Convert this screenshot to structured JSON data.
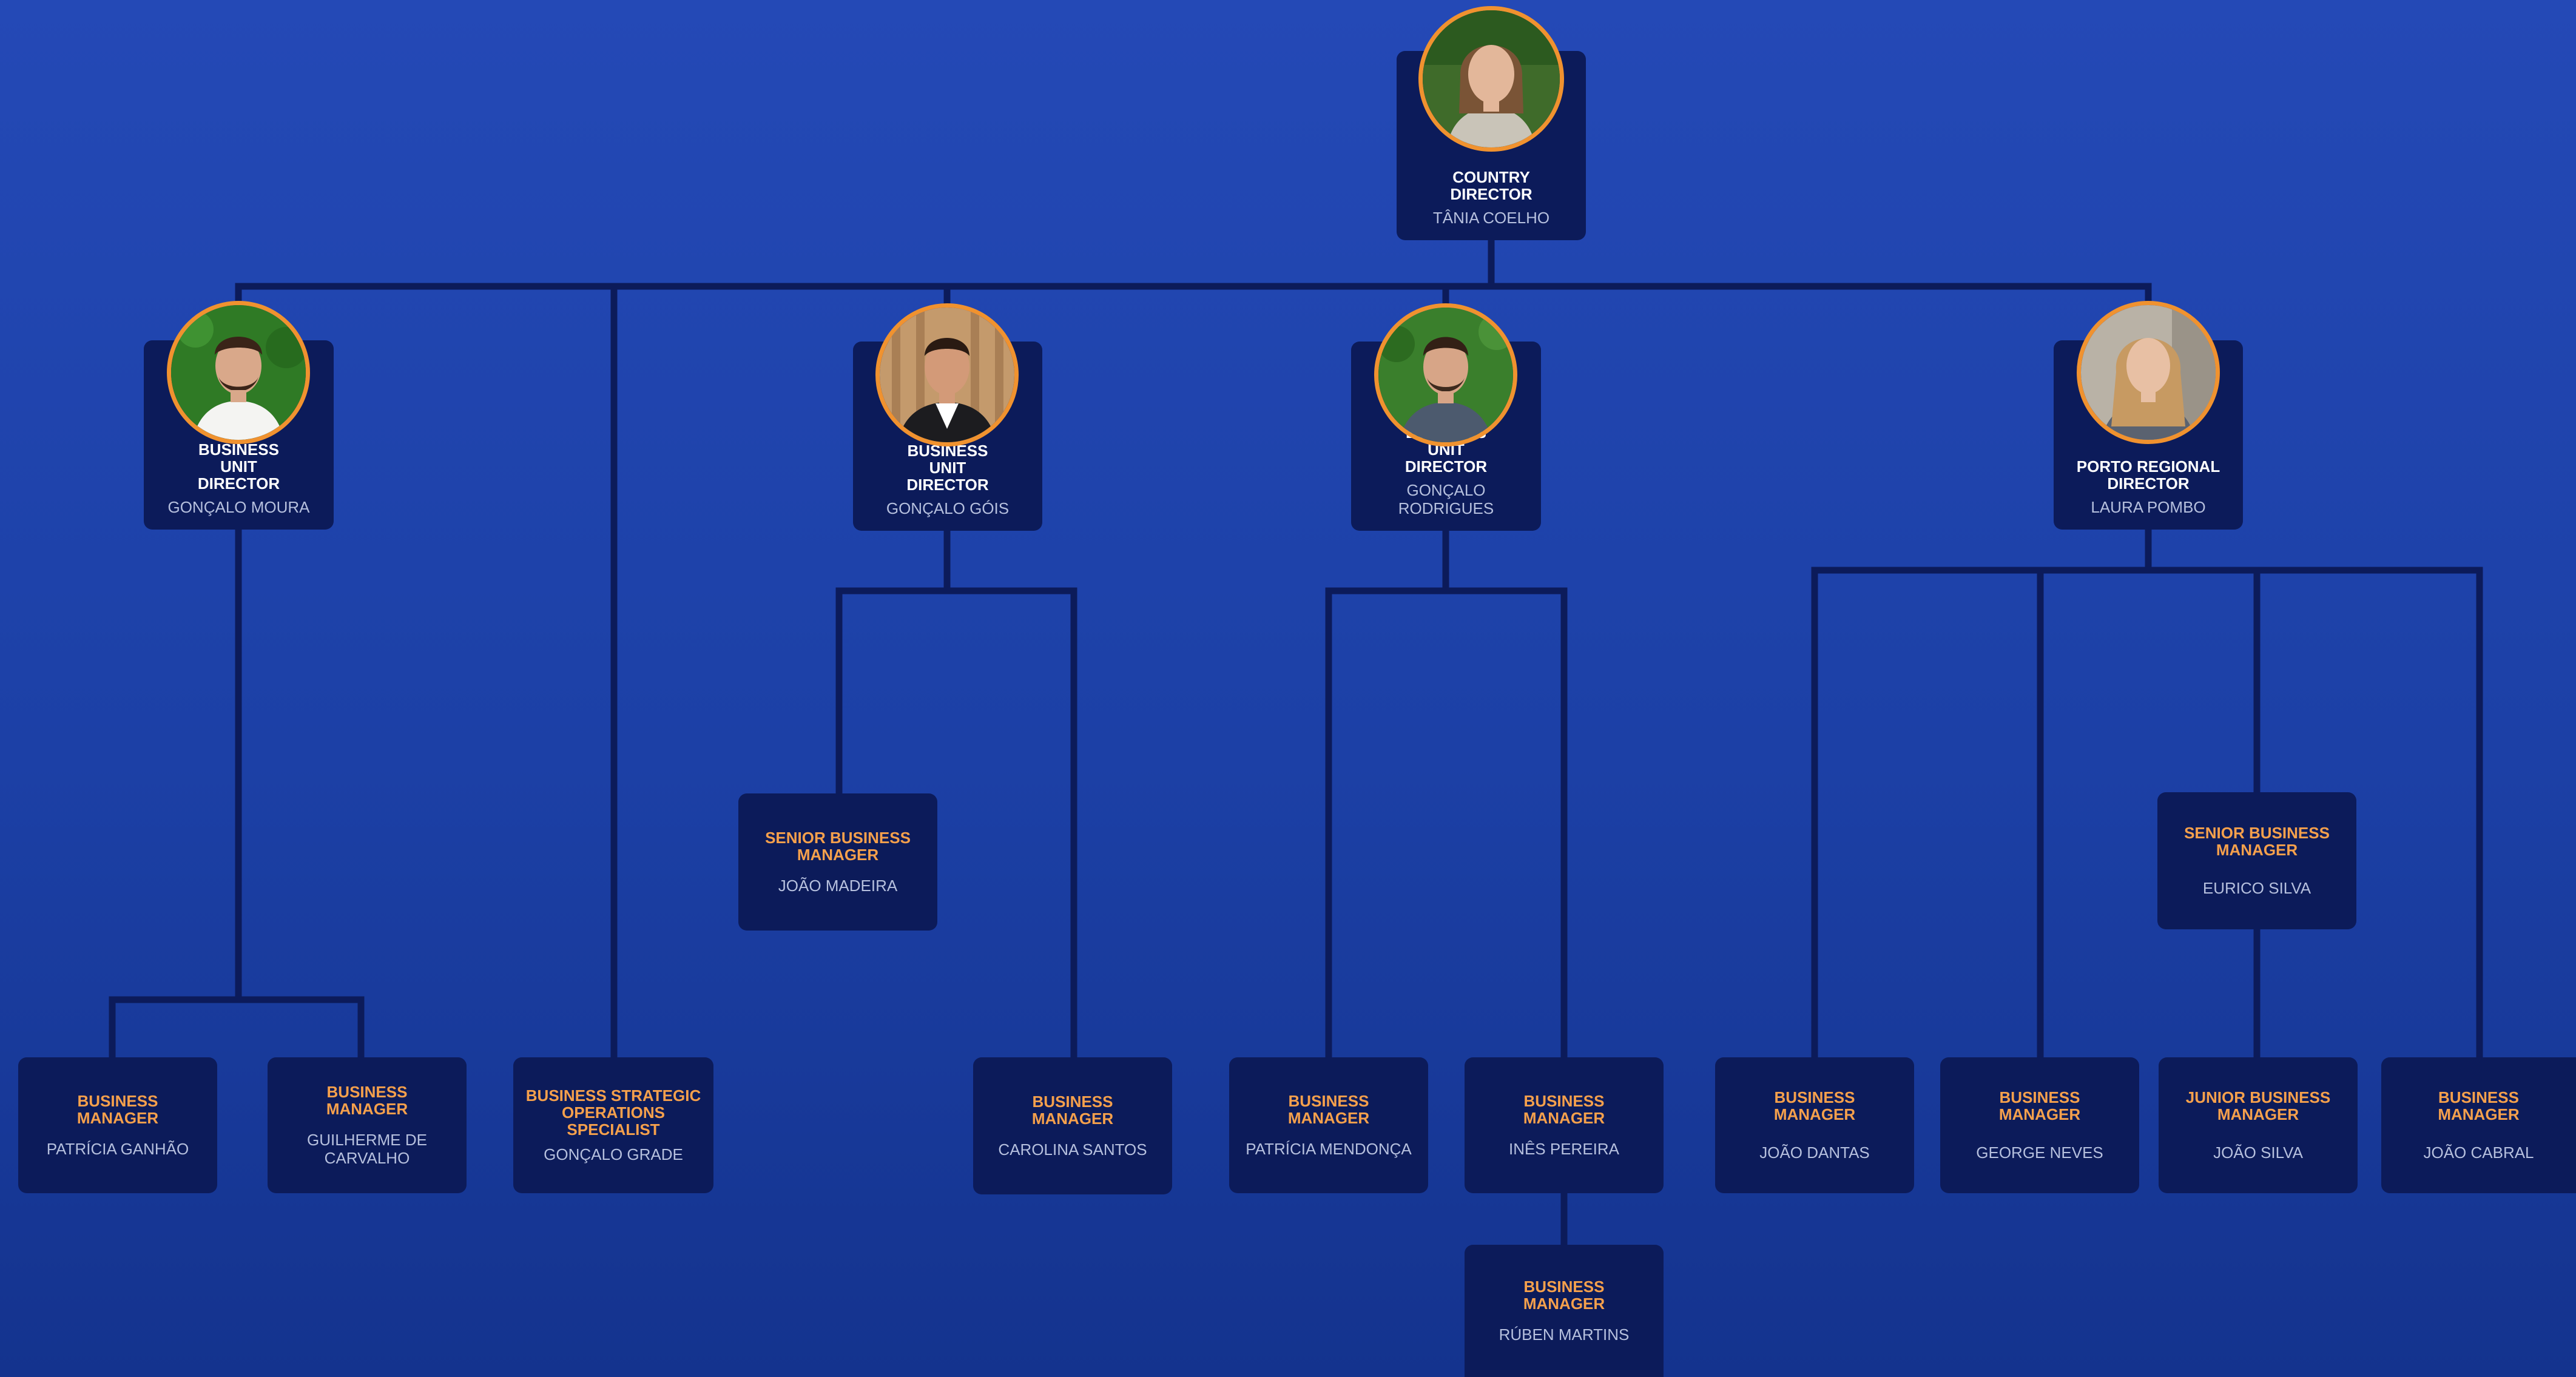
{
  "colors": {
    "background_top": "#2449b6",
    "background_bottom": "#14338e",
    "card": "#0c1b5a",
    "connector": "#0c1b5a",
    "accent_role": "#f5a04c",
    "avatar_ring": "#f0922f"
  },
  "nodes": {
    "country_director": {
      "role": "COUNTRY DIRECTOR",
      "name": "TÂNIA COELHO",
      "photo": "female-portrait"
    },
    "bud_moura": {
      "role": "BUSINESS UNIT DIRECTOR",
      "name": "GONÇALO MOURA",
      "photo": "male-portrait-green-background"
    },
    "bud_gois": {
      "role": "BUSINESS UNIT DIRECTOR",
      "name": "GONÇALO GÓIS",
      "photo": "male-portrait-suit"
    },
    "bud_rodrigues": {
      "role": "BUSINESS UNIT DIRECTOR",
      "name": "GONÇALO RODRIGUES",
      "photo": "male-portrait-green-background"
    },
    "porto_director": {
      "role": "PORTO REGIONAL DIRECTOR",
      "name": "LAURA POMBO",
      "photo": "female-portrait"
    },
    "bm_ganhao": {
      "role": "BUSINESS MANAGER",
      "name": "PATRÍCIA GANHÃO"
    },
    "bm_carvalho": {
      "role": "BUSINESS MANAGER",
      "name": "GUILHERME DE CARVALHO"
    },
    "bsos_grade": {
      "role": "BUSINESS STRATEGIC OPERATIONS SPECIALIST",
      "name": "GONÇALO GRADE"
    },
    "sbm_madeira": {
      "role": "SENIOR BUSINESS MANAGER",
      "name": "JOÃO MADEIRA"
    },
    "bm_santos": {
      "role": "BUSINESS MANAGER",
      "name": "CAROLINA SANTOS"
    },
    "bm_mendonca": {
      "role": "BUSINESS MANAGER",
      "name": "PATRÍCIA MENDONÇA"
    },
    "bm_pereira": {
      "role": "BUSINESS MANAGER",
      "name": "INÊS PEREIRA"
    },
    "bm_martins": {
      "role": "BUSINESS MANAGER",
      "name": "RÚBEN MARTINS"
    },
    "bm_dantas": {
      "role": "BUSINESS MANAGER",
      "name": "JOÃO DANTAS"
    },
    "bm_neves": {
      "role": "BUSINESS MANAGER",
      "name": "GEORGE NEVES"
    },
    "sbm_silva": {
      "role": "SENIOR BUSINESS MANAGER",
      "name": "EURICO SILVA"
    },
    "jbm_silva": {
      "role": "JUNIOR BUSINESS MANAGER",
      "name": "JOÃO SILVA"
    },
    "bm_cabral": {
      "role": "BUSINESS MANAGER",
      "name": "JOÃO CABRAL"
    }
  },
  "edges": [
    [
      "country_director",
      "bud_moura"
    ],
    [
      "country_director",
      "bsos_grade"
    ],
    [
      "country_director",
      "bud_gois"
    ],
    [
      "country_director",
      "bud_rodrigues"
    ],
    [
      "country_director",
      "porto_director"
    ],
    [
      "bud_moura",
      "bm_ganhao"
    ],
    [
      "bud_moura",
      "bm_carvalho"
    ],
    [
      "bud_gois",
      "sbm_madeira"
    ],
    [
      "bud_gois",
      "bm_santos"
    ],
    [
      "bud_rodrigues",
      "bm_mendonca"
    ],
    [
      "bud_rodrigues",
      "bm_pereira"
    ],
    [
      "bm_pereira",
      "bm_martins"
    ],
    [
      "porto_director",
      "bm_dantas"
    ],
    [
      "porto_director",
      "bm_neves"
    ],
    [
      "porto_director",
      "sbm_silva"
    ],
    [
      "sbm_silva",
      "jbm_silva"
    ],
    [
      "porto_director",
      "bm_cabral"
    ]
  ]
}
